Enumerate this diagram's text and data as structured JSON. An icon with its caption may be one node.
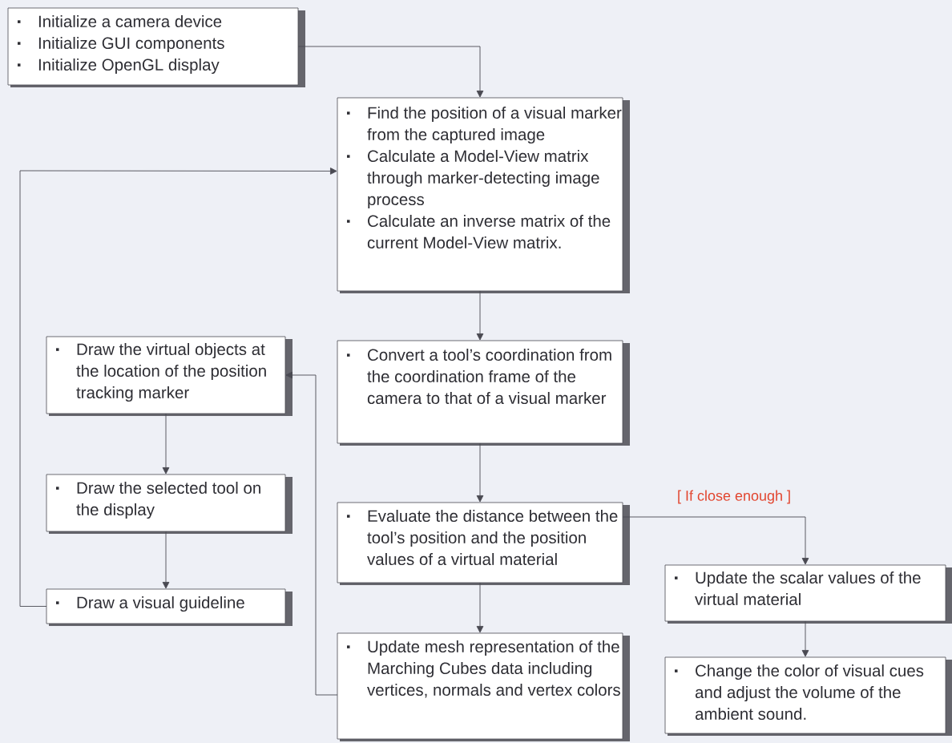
{
  "diagram": {
    "nodes": [
      {
        "text": [
          "Initialize a camera device",
          "Initialize GUI components",
          "Initialize OpenGL display"
        ]
      },
      {
        "text": [
          "Find the position of a visual marker from the captured image",
          "Calculate a Model-View matrix through marker-detecting image process",
          "Calculate an inverse matrix of the current Model-View matrix."
        ]
      },
      {
        "text": [
          "Draw the virtual objects at the location of the position tracking marker"
        ]
      },
      {
        "text": [
          "Convert a tool’s coordination from the coordination frame of the camera to that of a visual marker"
        ]
      },
      {
        "text": [
          "Draw the selected tool on the display"
        ]
      },
      {
        "text": [
          "Evaluate the distance between the tool’s position and the position values of a virtual material"
        ]
      },
      {
        "text": [
          "Draw a visual guideline"
        ]
      },
      {
        "text": [
          "Update the scalar values of the virtual material"
        ]
      },
      {
        "text": [
          "Update mesh representation of the Marching Cubes data including vertices, normals and vertex colors"
        ]
      },
      {
        "text": [
          "Change the color of visual cues and adjust the volume of the ambient sound."
        ]
      }
    ],
    "edges": [
      {
        "from": 0,
        "to": 1,
        "arrow": "to"
      },
      {
        "from": 1,
        "to": 3,
        "arrow": "to"
      },
      {
        "from": 3,
        "to": 5,
        "arrow": "to"
      },
      {
        "from": 5,
        "to": 7,
        "arrow": "to",
        "label": "[ If close enough ]"
      },
      {
        "from": 5,
        "to": 8,
        "arrow": "to"
      },
      {
        "from": 7,
        "to": 9,
        "arrow": "to"
      },
      {
        "from": 8,
        "to": 2,
        "arrow": "to"
      },
      {
        "from": 2,
        "to": 4,
        "arrow": "to"
      },
      {
        "from": 4,
        "to": 6,
        "arrow": "to"
      },
      {
        "from": 6,
        "to": 1,
        "arrow": "to"
      }
    ]
  }
}
